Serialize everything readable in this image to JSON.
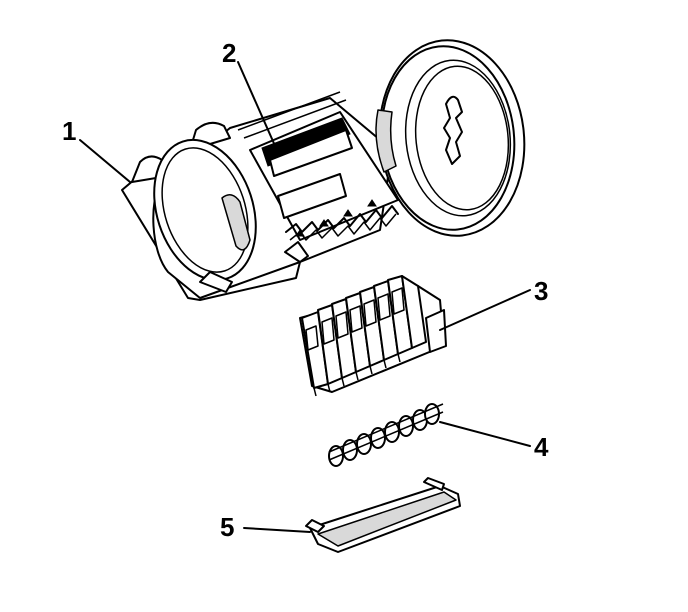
{
  "callouts": [
    {
      "id": "1",
      "text": "1"
    },
    {
      "id": "2",
      "text": "2"
    },
    {
      "id": "3",
      "text": "3"
    },
    {
      "id": "4",
      "text": "4"
    },
    {
      "id": "5",
      "text": "5"
    }
  ],
  "colors": {
    "line": "#000000",
    "background": "#ffffff",
    "shade": "#d9d9d9"
  }
}
